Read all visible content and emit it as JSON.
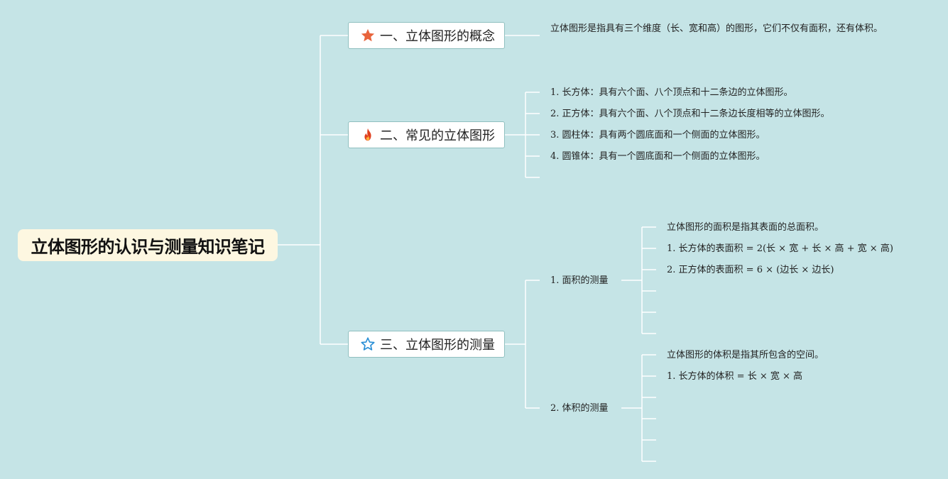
{
  "root": {
    "title": "立体图形的认识与测量知识笔记"
  },
  "branches": [
    {
      "label": "一、立体图形的概念",
      "icon": "star-filled-icon",
      "leaves": [
        "立体图形是指具有三个维度（长、宽和高）的图形，它们不仅有面积，还有体积。"
      ]
    },
    {
      "label": "二、常见的立体图形",
      "icon": "fire-icon",
      "leaves": [
        "1. 长方体：具有六个面、八个顶点和十二条边的立体图形。",
        "2. 正方体：具有六个面、八个顶点和十二条边长度相等的立体图形。",
        "3. 圆柱体：具有两个圆底面和一个侧面的立体图形。",
        "4. 圆锥体：具有一个圆底面和一个侧面的立体图形。",
        ""
      ]
    },
    {
      "label": "三、立体图形的测量",
      "icon": "star-outline-icon",
      "subs": [
        {
          "label": "1. 面积的测量",
          "leaves": [
            "立体图形的面积是指其表面的总面积。",
            "1. 长方体的表面积 = 2(长 × 宽 + 长 × 高 + 宽 × 高)",
            "2. 正方体的表面积 = 6 × (边长 × 边长)",
            "",
            "",
            ""
          ]
        },
        {
          "label": "2. 体积的测量",
          "leaves": [
            "立体图形的体积是指其所包含的空间。",
            "1. 长方体的体积 = 长 × 宽 × 高",
            "",
            "",
            "",
            ""
          ]
        }
      ]
    }
  ],
  "colors": {
    "background": "#c5e4e6",
    "line": "#ffffff",
    "root_fill": "#fdf7e1",
    "branch_border": "#8fbfbf",
    "star_filled": "#e8643c",
    "fire": "#e0401f",
    "star_outline": "#2a8fd6"
  }
}
